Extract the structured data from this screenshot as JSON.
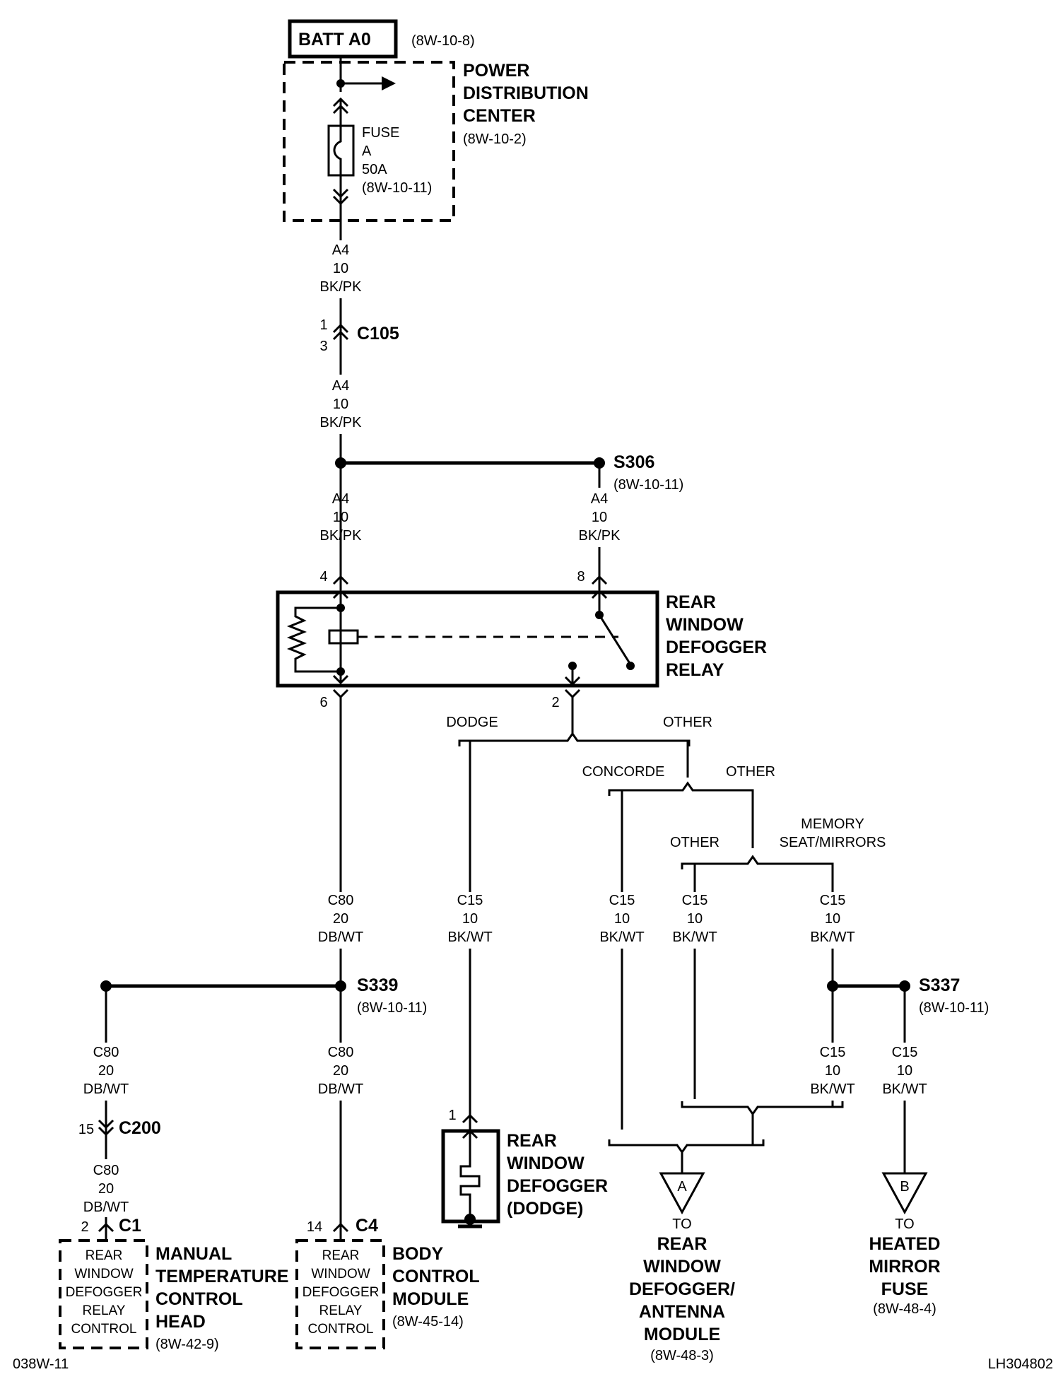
{
  "batt": {
    "label": "BATT A0",
    "ref": "(8W-10-8)"
  },
  "pdc": {
    "line1": "POWER",
    "line2": "DISTRIBUTION",
    "line3": "CENTER",
    "ref": "(8W-10-2)"
  },
  "fuse": {
    "line1": "FUSE",
    "line2": "A",
    "line3": "50A",
    "ref": "(8W-10-11)"
  },
  "wire_a4": {
    "circuit": "A4",
    "gauge": "10",
    "color": "BK/PK"
  },
  "c105": {
    "name": "C105",
    "pin_top": "1",
    "pin_bot": "3"
  },
  "s306": {
    "name": "S306",
    "ref": "(8W-10-11)"
  },
  "relay": {
    "line1": "REAR",
    "line2": "WINDOW",
    "line3": "DEFOGGER",
    "line4": "RELAY",
    "pin4": "4",
    "pin8": "8",
    "pin6": "6",
    "pin2": "2"
  },
  "branch": {
    "dodge": "DODGE",
    "other1": "OTHER",
    "concorde": "CONCORDE",
    "other2": "OTHER",
    "other3": "OTHER",
    "memory1": "MEMORY",
    "memory2": "SEAT/MIRRORS"
  },
  "wire_c80": {
    "circuit": "C80",
    "gauge": "20",
    "color": "DB/WT"
  },
  "wire_c15": {
    "circuit": "C15",
    "gauge": "10",
    "color": "BK/WT"
  },
  "s339": {
    "name": "S339",
    "ref": "(8W-10-11)"
  },
  "s337": {
    "name": "S337",
    "ref": "(8W-10-11)"
  },
  "c200": {
    "name": "C200",
    "pin": "15"
  },
  "c1": {
    "name": "C1",
    "pin": "2"
  },
  "c4": {
    "name": "C4",
    "pin": "14"
  },
  "defogger_dodge": {
    "pin": "1",
    "line1": "REAR",
    "line2": "WINDOW",
    "line3": "DEFOGGER",
    "line4": "(DODGE)"
  },
  "control": {
    "line1": "REAR",
    "line2": "WINDOW",
    "line3": "DEFOGGER",
    "line4": "RELAY",
    "line5": "CONTROL"
  },
  "mtc": {
    "line1": "MANUAL",
    "line2": "TEMPERATURE",
    "line3": "CONTROL",
    "line4": "HEAD",
    "ref": "(8W-42-9)"
  },
  "bcm": {
    "line1": "BODY",
    "line2": "CONTROL",
    "line3": "MODULE",
    "ref": "(8W-45-14)"
  },
  "dest_a": {
    "letter": "A",
    "to": "TO",
    "line1": "REAR",
    "line2": "WINDOW",
    "line3": "DEFOGGER/",
    "line4": "ANTENNA",
    "line5": "MODULE",
    "ref": "(8W-48-3)"
  },
  "dest_b": {
    "letter": "B",
    "to": "TO",
    "line1": "HEATED",
    "line2": "MIRROR",
    "line3": "FUSE",
    "ref": "(8W-48-4)"
  },
  "footer": {
    "left": "038W-11",
    "right": "LH304802"
  }
}
